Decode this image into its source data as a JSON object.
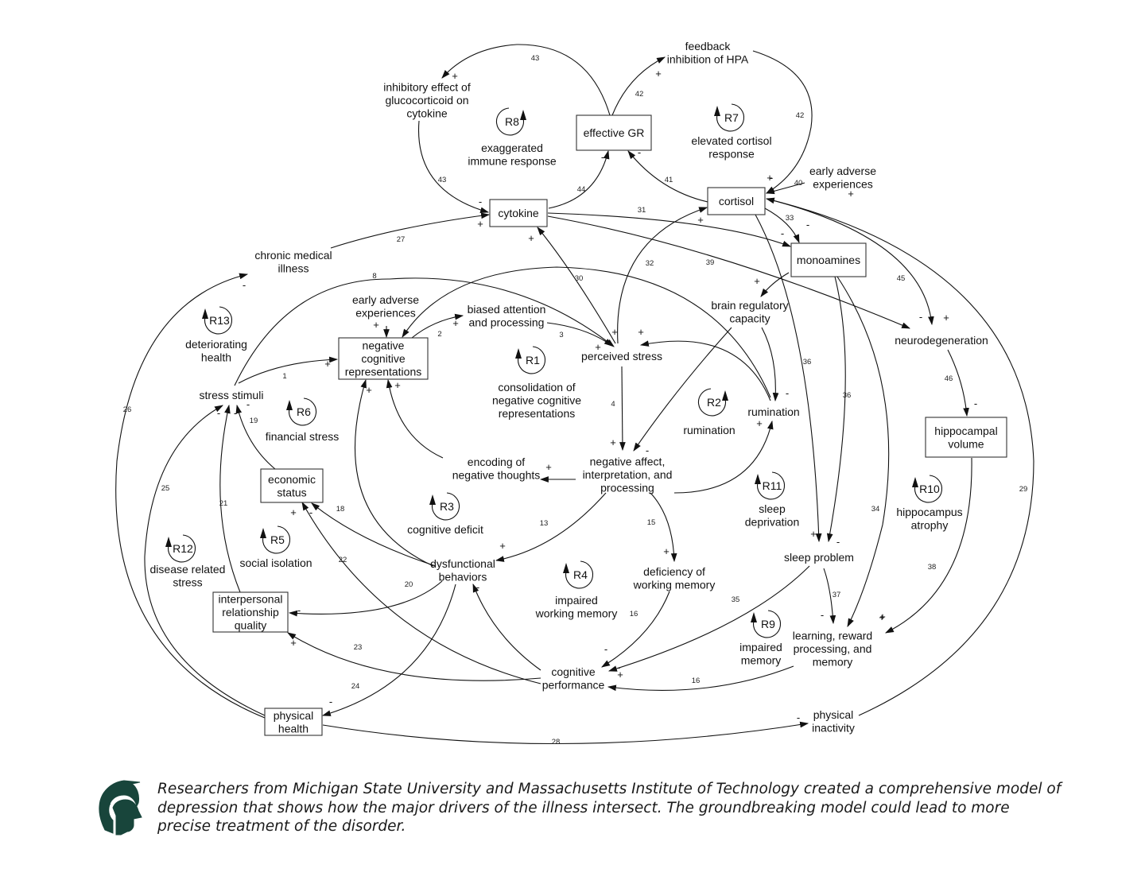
{
  "nodes": [
    {
      "id": "inhib_gc",
      "label": [
        "inhibitory effect of",
        "glucocorticoid on",
        "cytokine"
      ],
      "boxed": false
    },
    {
      "id": "feedback_hpa",
      "label": [
        "feedback",
        "inhibition of HPA"
      ],
      "boxed": false
    },
    {
      "id": "effective_gr",
      "label": [
        "effective GR"
      ],
      "boxed": true
    },
    {
      "id": "cortisol",
      "label": [
        "cortisol"
      ],
      "boxed": true
    },
    {
      "id": "early_adverse_top",
      "label": [
        "early adverse",
        "experiences"
      ],
      "boxed": false
    },
    {
      "id": "cytokine",
      "label": [
        "cytokine"
      ],
      "boxed": true
    },
    {
      "id": "chronic_illness",
      "label": [
        "chronic medical",
        "illness"
      ],
      "boxed": false
    },
    {
      "id": "monoamines",
      "label": [
        "monoamines"
      ],
      "boxed": true
    },
    {
      "id": "early_adverse_left",
      "label": [
        "early adverse",
        "experiences"
      ],
      "boxed": false
    },
    {
      "id": "biased_attention",
      "label": [
        "biased attention",
        "and processing"
      ],
      "boxed": false
    },
    {
      "id": "neg_cog_rep",
      "label": [
        "negative",
        "cognitive",
        "representations"
      ],
      "boxed": true
    },
    {
      "id": "perceived_stress",
      "label": [
        "perceived stress"
      ],
      "boxed": false
    },
    {
      "id": "brain_reg",
      "label": [
        "brain regulatory",
        "capacity"
      ],
      "boxed": false
    },
    {
      "id": "neurodegeneration",
      "label": [
        "neurodegeneration"
      ],
      "boxed": false
    },
    {
      "id": "stress_stimuli",
      "label": [
        "stress stimuli"
      ],
      "boxed": false
    },
    {
      "id": "rumination",
      "label": [
        "rumination"
      ],
      "boxed": false
    },
    {
      "id": "hippocampal_volume",
      "label": [
        "hippocampal",
        "volume"
      ],
      "boxed": true
    },
    {
      "id": "economic_status",
      "label": [
        "economic",
        "status"
      ],
      "boxed": true
    },
    {
      "id": "encoding",
      "label": [
        "encoding of",
        "negative thoughts"
      ],
      "boxed": false
    },
    {
      "id": "neg_affect",
      "label": [
        "negative affect,",
        "interpretation, and",
        "processing"
      ],
      "boxed": false
    },
    {
      "id": "dysfunctional",
      "label": [
        "dysfunctional",
        "behaviors"
      ],
      "boxed": false
    },
    {
      "id": "deficiency_wm",
      "label": [
        "deficiency of",
        "working memory"
      ],
      "boxed": false
    },
    {
      "id": "sleep_problem",
      "label": [
        "sleep problem"
      ],
      "boxed": false
    },
    {
      "id": "interpersonal",
      "label": [
        "interpersonal",
        "relationship",
        "quality"
      ],
      "boxed": true
    },
    {
      "id": "learning",
      "label": [
        "learning, reward",
        "processing, and",
        "memory"
      ],
      "boxed": false
    },
    {
      "id": "cognitive_perf",
      "label": [
        "cognitive",
        "performance"
      ],
      "boxed": false
    },
    {
      "id": "physical_health",
      "label": [
        "physical",
        "health"
      ],
      "boxed": true
    },
    {
      "id": "physical_inactivity",
      "label": [
        "physical",
        "inactivity"
      ],
      "boxed": false
    }
  ],
  "loops": [
    {
      "id": "R1",
      "name": [
        "consolidation of",
        "negative cognitive",
        "representations"
      ]
    },
    {
      "id": "R2",
      "name": [
        "rumination"
      ]
    },
    {
      "id": "R3",
      "name": [
        "cognitive deficit"
      ]
    },
    {
      "id": "R4",
      "name": [
        "impaired",
        "working memory"
      ]
    },
    {
      "id": "R5",
      "name": [
        "social isolation"
      ]
    },
    {
      "id": "R6",
      "name": [
        "financial stress"
      ]
    },
    {
      "id": "R7",
      "name": [
        "elevated cortisol",
        "response"
      ]
    },
    {
      "id": "R8",
      "name": [
        "exaggerated",
        "immune response"
      ]
    },
    {
      "id": "R9",
      "name": [
        "impaired",
        "memory"
      ]
    },
    {
      "id": "R10",
      "name": [
        "hippocampus",
        "atrophy"
      ]
    },
    {
      "id": "R11",
      "name": [
        "sleep",
        "deprivation"
      ]
    },
    {
      "id": "R12",
      "name": [
        "disease related",
        "stress"
      ]
    },
    {
      "id": "R13",
      "name": [
        "deteriorating",
        "health"
      ]
    }
  ],
  "edges": [
    {
      "num": "1",
      "from": "stress_stimuli",
      "to": "neg_cog_rep",
      "polarity": "+"
    },
    {
      "num": "2",
      "from": "neg_cog_rep",
      "to": "biased_attention",
      "polarity": "+"
    },
    {
      "num": "3",
      "from": "biased_attention",
      "to": "perceived_stress",
      "polarity": "+"
    },
    {
      "num": "4",
      "from": "perceived_stress",
      "to": "neg_affect",
      "polarity": "+"
    },
    {
      "num": "8",
      "from": "stress_stimuli",
      "to": "perceived_stress",
      "polarity": "+"
    },
    {
      "num": "13",
      "from": "neg_affect",
      "to": "dysfunctional",
      "polarity": "+"
    },
    {
      "num": "15",
      "from": "neg_affect",
      "to": "deficiency_wm",
      "polarity": "+"
    },
    {
      "num": "16",
      "from": "deficiency_wm",
      "to": "cognitive_perf",
      "polarity": "-"
    },
    {
      "num": "16",
      "from": "learning",
      "to": "cognitive_perf",
      "polarity": "+"
    },
    {
      "num": "18",
      "from": "dysfunctional",
      "to": "economic_status",
      "polarity": "-"
    },
    {
      "num": "19",
      "from": "economic_status",
      "to": "stress_stimuli",
      "polarity": "-"
    },
    {
      "num": "20",
      "from": "dysfunctional",
      "to": "interpersonal",
      "polarity": "-"
    },
    {
      "num": "21",
      "from": "interpersonal",
      "to": "stress_stimuli",
      "polarity": "-"
    },
    {
      "num": "22",
      "from": "cognitive_perf",
      "to": "economic_status",
      "polarity": "+"
    },
    {
      "num": "23",
      "from": "cognitive_perf",
      "to": "interpersonal",
      "polarity": "+"
    },
    {
      "num": "24",
      "from": "dysfunctional",
      "to": "physical_health",
      "polarity": "-"
    },
    {
      "num": "25",
      "from": "physical_health",
      "to": "stress_stimuli",
      "polarity": "-"
    },
    {
      "num": "26",
      "from": "physical_health",
      "to": "chronic_illness",
      "polarity": "-"
    },
    {
      "num": "27",
      "from": "chronic_illness",
      "to": "cytokine",
      "polarity": "+"
    },
    {
      "num": "28",
      "from": "physical_health",
      "to": "physical_inactivity",
      "polarity": "-"
    },
    {
      "num": "29",
      "from": "physical_inactivity",
      "to": "cortisol",
      "polarity": "+"
    },
    {
      "num": "30",
      "from": "perceived_stress",
      "to": "cytokine",
      "polarity": "+"
    },
    {
      "num": "31",
      "from": "cytokine",
      "to": "monoamines",
      "polarity": "-"
    },
    {
      "num": "32",
      "from": "perceived_stress",
      "to": "cortisol",
      "polarity": "+"
    },
    {
      "num": "33",
      "from": "cortisol",
      "to": "monoamines",
      "polarity": "-"
    },
    {
      "num": "34",
      "from": "monoamines",
      "to": "learning",
      "polarity": "+"
    },
    {
      "num": "35",
      "from": "sleep_problem",
      "to": "cognitive_perf",
      "polarity": "-"
    },
    {
      "num": "36",
      "from": "cortisol",
      "to": "sleep_problem",
      "polarity": "+"
    },
    {
      "num": "36",
      "from": "monoamines",
      "to": "sleep_problem",
      "polarity": "-"
    },
    {
      "num": "37",
      "from": "sleep_problem",
      "to": "learning",
      "polarity": "-"
    },
    {
      "num": "38",
      "from": "hippocampal_volume",
      "to": "learning",
      "polarity": "+"
    },
    {
      "num": "39",
      "from": "cytokine",
      "to": "neurodegeneration",
      "polarity": "-"
    },
    {
      "num": "40",
      "from": "early_adverse_top",
      "to": "cortisol",
      "polarity": "+"
    },
    {
      "num": "41",
      "from": "cortisol",
      "to": "effective_gr",
      "polarity": "-"
    },
    {
      "num": "42",
      "from": "effective_gr",
      "to": "feedback_hpa",
      "polarity": "+"
    },
    {
      "num": "42",
      "from": "feedback_hpa",
      "to": "cortisol",
      "polarity": "-"
    },
    {
      "num": "43",
      "from": "effective_gr",
      "to": "inhib_gc",
      "polarity": "+"
    },
    {
      "num": "43",
      "from": "inhib_gc",
      "to": "cytokine",
      "polarity": "-"
    },
    {
      "num": "44",
      "from": "cytokine",
      "to": "effective_gr",
      "polarity": "-"
    },
    {
      "num": "45",
      "from": "cortisol",
      "to": "neurodegeneration",
      "polarity": "+"
    },
    {
      "num": "46",
      "from": "neurodegeneration",
      "to": "hippocampal_volume",
      "polarity": "-"
    },
    {
      "num": "",
      "from": "monoamines",
      "to": "brain_reg",
      "polarity": "+"
    },
    {
      "num": "",
      "from": "brain_reg",
      "to": "rumination",
      "polarity": "-"
    },
    {
      "num": "",
      "from": "brain_reg",
      "to": "neg_affect",
      "polarity": "-"
    },
    {
      "num": "",
      "from": "rumination",
      "to": "perceived_stress",
      "polarity": "+"
    },
    {
      "num": "",
      "from": "neg_affect",
      "to": "rumination",
      "polarity": "+"
    },
    {
      "num": "",
      "from": "neg_affect",
      "to": "encoding",
      "polarity": "+"
    },
    {
      "num": "",
      "from": "encoding",
      "to": "neg_cog_rep",
      "polarity": "+"
    },
    {
      "num": "",
      "from": "dysfunctional",
      "to": "neg_cog_rep",
      "polarity": "+"
    },
    {
      "num": "",
      "from": "early_adverse_left",
      "to": "neg_cog_rep",
      "polarity": "+"
    },
    {
      "num": "",
      "from": "rumination",
      "to": "neg_cog_rep",
      "polarity": "+"
    },
    {
      "num": "",
      "from": "cognitive_perf",
      "to": "dysfunctional",
      "polarity": "-"
    }
  ],
  "caption": {
    "logo": "spartan-helmet-logo",
    "brand_color": "#18453b",
    "text": "Researchers from Michigan State University and Massachusetts Institute of Technology created a comprehensive model of depression that shows how the major drivers of the illness intersect. The groundbreaking model could lead to more precise treatment of the disorder."
  }
}
